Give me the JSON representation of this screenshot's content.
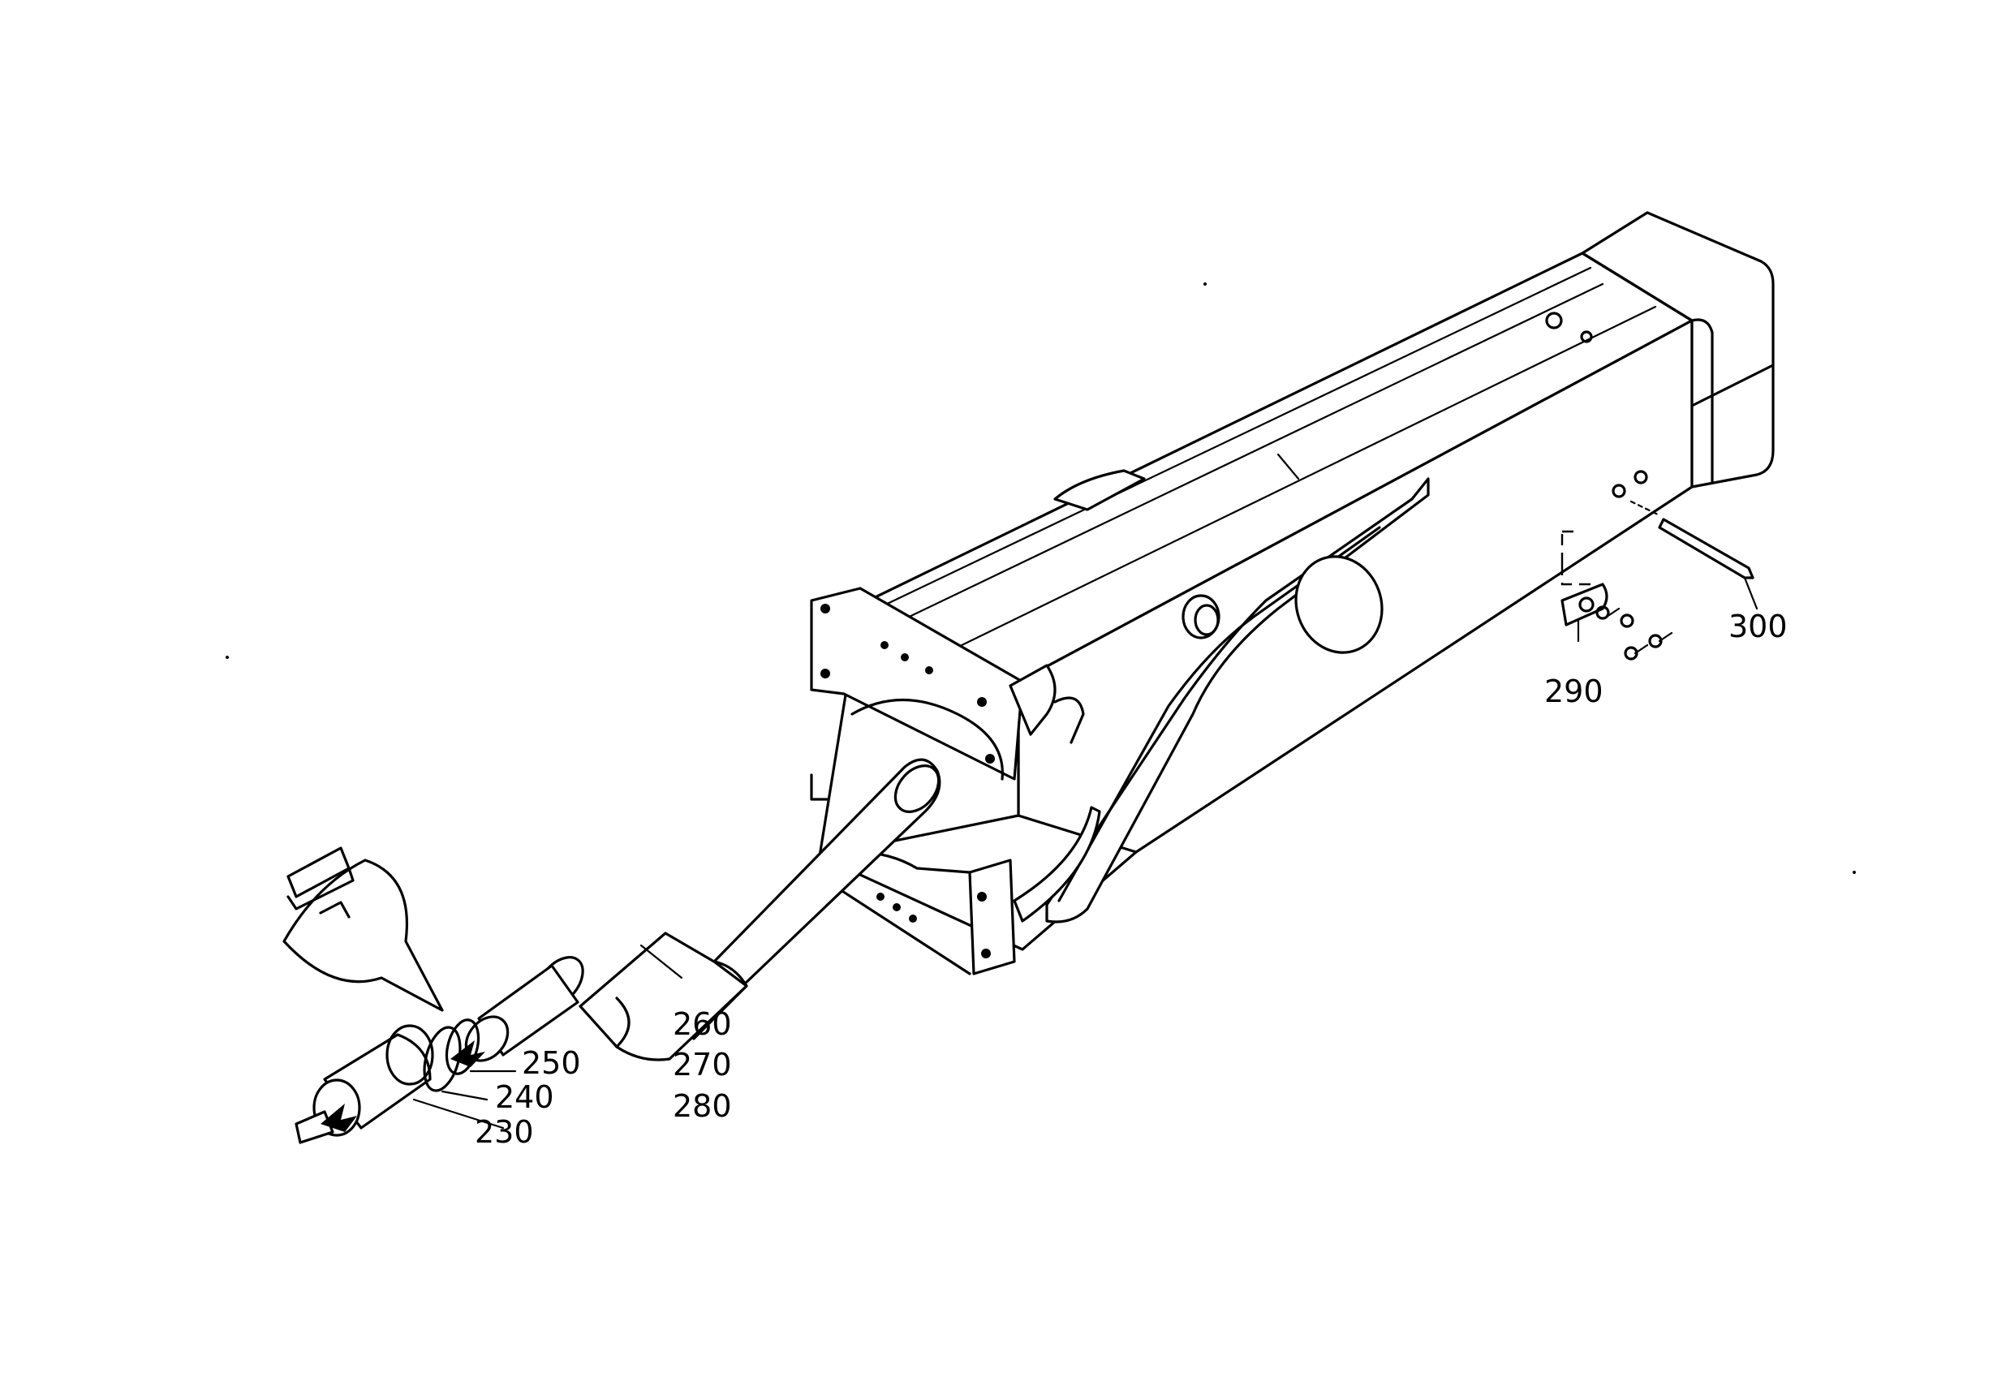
{
  "callouts": {
    "c230": "230",
    "c240": "240",
    "c250": "250",
    "c260": "260",
    "c270": "270",
    "c280": "280",
    "c290": "290",
    "c300": "300"
  }
}
